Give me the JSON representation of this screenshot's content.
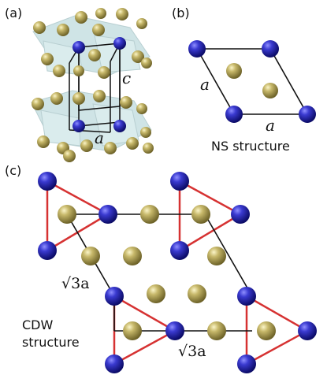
{
  "panels": {
    "a": {
      "label": "(a)",
      "c_label": "c",
      "a_label": "a"
    },
    "b": {
      "label": "(b)",
      "a_left": "a",
      "a_bottom": "a",
      "caption": "NS structure"
    },
    "c": {
      "label": "(c)",
      "edge_left": "√3a",
      "edge_bottom": "√3a",
      "caption_line1": "CDW",
      "caption_line2": "structure"
    }
  },
  "colors": {
    "metal_atom": "#2a2aa6",
    "chalcogen_atom": "#b8a95a",
    "triangle": "#d63232",
    "cell_line": "#111111",
    "polyhedra": "#a9cfd3"
  }
}
